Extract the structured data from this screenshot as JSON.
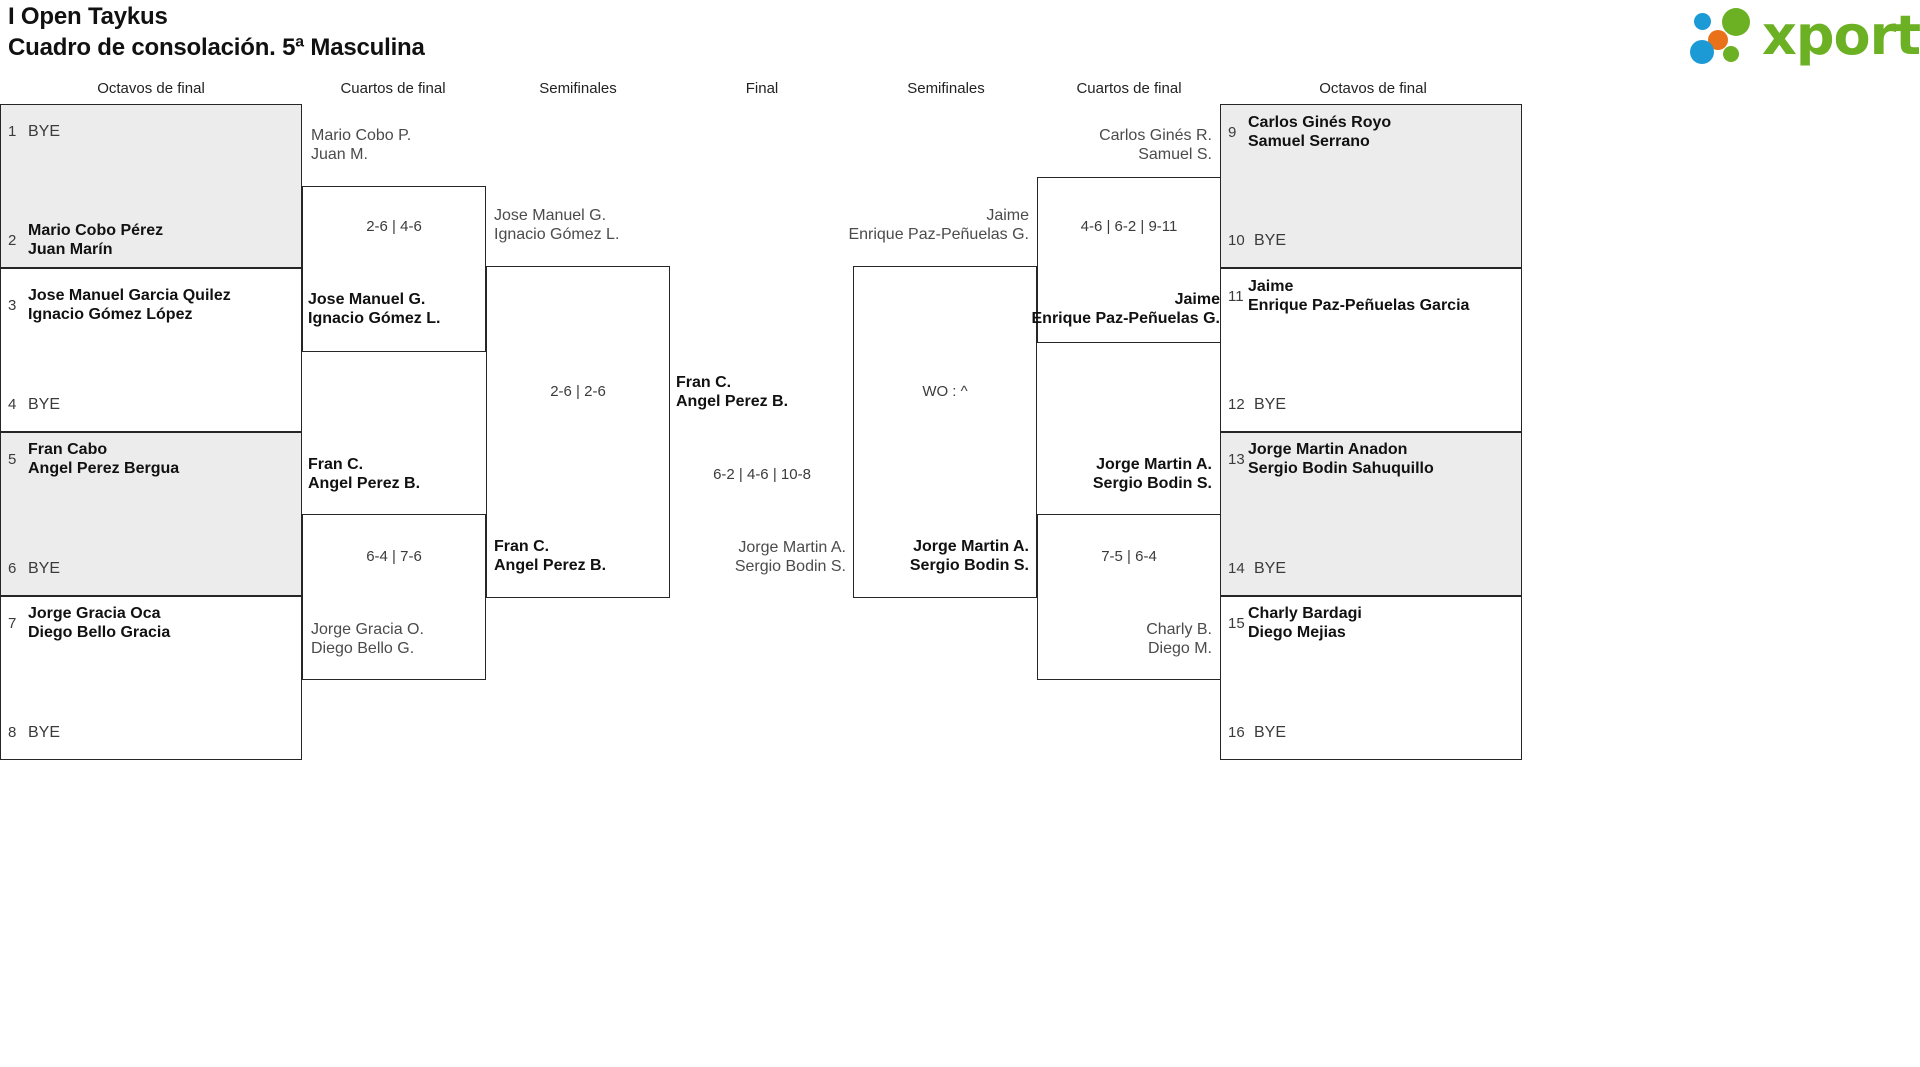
{
  "header": {
    "title_line1": "I Open Taykus",
    "title_line2": "Cuadro de consolación. 5ª Masculina",
    "logo_text": "xporty",
    "logo_colors": {
      "blue": "#1b9ad6",
      "orange": "#e8711a",
      "green": "#6cb023"
    }
  },
  "round_headers": {
    "left": [
      "Octavos de final",
      "Cuartos de final",
      "Semifinales"
    ],
    "center": "Final",
    "right": [
      "Semifinales",
      "Cuartos de final",
      "Octavos de final"
    ]
  },
  "left": {
    "octavos": [
      {
        "seed": "1",
        "line1": "BYE",
        "line2": "",
        "bye": true,
        "shade": true
      },
      {
        "seed": "2",
        "line1": "Mario Cobo Pérez",
        "line2": "Juan Marín",
        "bye": false,
        "shade": true
      },
      {
        "seed": "3",
        "line1": "Jose Manuel Garcia Quilez",
        "line2": "Ignacio Gómez López",
        "bye": false,
        "shade": false
      },
      {
        "seed": "4",
        "line1": "BYE",
        "line2": "",
        "bye": true,
        "shade": false
      },
      {
        "seed": "5",
        "line1": "Fran Cabo",
        "line2": "Angel Perez Bergua",
        "bye": false,
        "shade": true
      },
      {
        "seed": "6",
        "line1": "BYE",
        "line2": "",
        "bye": true,
        "shade": true
      },
      {
        "seed": "7",
        "line1": "Jorge Gracia Oca",
        "line2": "Diego Bello Gracia",
        "bye": false,
        "shade": false
      },
      {
        "seed": "8",
        "line1": "BYE",
        "line2": "",
        "bye": true,
        "shade": false
      }
    ],
    "cuartos": [
      {
        "line1": "Mario Cobo P.",
        "line2": "Juan M.",
        "winner": false
      },
      {
        "line1": "Jose Manuel G.",
        "line2": "Ignacio Gómez L.",
        "winner": true
      },
      {
        "line1": "Fran C.",
        "line2": "Angel Perez B.",
        "winner": true
      },
      {
        "line1": "Jorge Gracia O.",
        "line2": "Diego Bello G.",
        "winner": false
      }
    ],
    "cuartos_scores": [
      "2-6 | 4-6",
      "6-4 | 7-6"
    ],
    "semis": [
      {
        "line1": "Jose Manuel G.",
        "line2": "Ignacio Gómez L.",
        "winner": false
      },
      {
        "line1": "Fran C.",
        "line2": "Angel Perez B.",
        "winner": true
      }
    ],
    "semis_score": "2-6 | 2-6"
  },
  "center": {
    "finalist": {
      "line1": "Fran C.",
      "line2": "Angel Perez B."
    },
    "final_score": "6-2 | 4-6 | 10-8",
    "runner_up": {
      "line1": "Jorge Martin A.",
      "line2": "Sergio Bodin S."
    }
  },
  "right": {
    "octavos": [
      {
        "seed": "9",
        "line1": "Carlos Ginés Royo",
        "line2": "Samuel Serrano",
        "bye": false,
        "shade": true
      },
      {
        "seed": "10",
        "line1": "BYE",
        "line2": "",
        "bye": true,
        "shade": true
      },
      {
        "seed": "11",
        "line1": "Jaime",
        "line2": "Enrique Paz-Peñuelas Garcia",
        "bye": false,
        "shade": false
      },
      {
        "seed": "12",
        "line1": "BYE",
        "line2": "",
        "bye": true,
        "shade": false
      },
      {
        "seed": "13",
        "line1": "Jorge Martin Anadon",
        "line2": "Sergio Bodin Sahuquillo",
        "bye": false,
        "shade": true
      },
      {
        "seed": "14",
        "line1": "BYE",
        "line2": "",
        "bye": true,
        "shade": true
      },
      {
        "seed": "15",
        "line1": "Charly Bardagi",
        "line2": "Diego Mejias",
        "bye": false,
        "shade": false
      },
      {
        "seed": "16",
        "line1": "BYE",
        "line2": "",
        "bye": true,
        "shade": false
      }
    ],
    "cuartos": [
      {
        "line1": "Carlos Ginés R.",
        "line2": "Samuel S.",
        "winner": false
      },
      {
        "line1": "Jaime",
        "line2": "Enrique Paz-Peñuelas G.",
        "winner": true
      },
      {
        "line1": "Jorge Martin A.",
        "line2": "Sergio Bodin S.",
        "winner": true
      },
      {
        "line1": "Charly B.",
        "line2": "Diego M.",
        "winner": false
      }
    ],
    "cuartos_scores": [
      "4-6 | 6-2 | 9-11",
      "7-5 | 6-4"
    ],
    "semis": [
      {
        "line1": "Jaime",
        "line2": "Enrique Paz-Peñuelas G.",
        "winner": false
      },
      {
        "line1": "Jorge Martin A.",
        "line2": "Sergio Bodin S.",
        "winner": true
      }
    ],
    "semis_score": "WO : ^"
  }
}
